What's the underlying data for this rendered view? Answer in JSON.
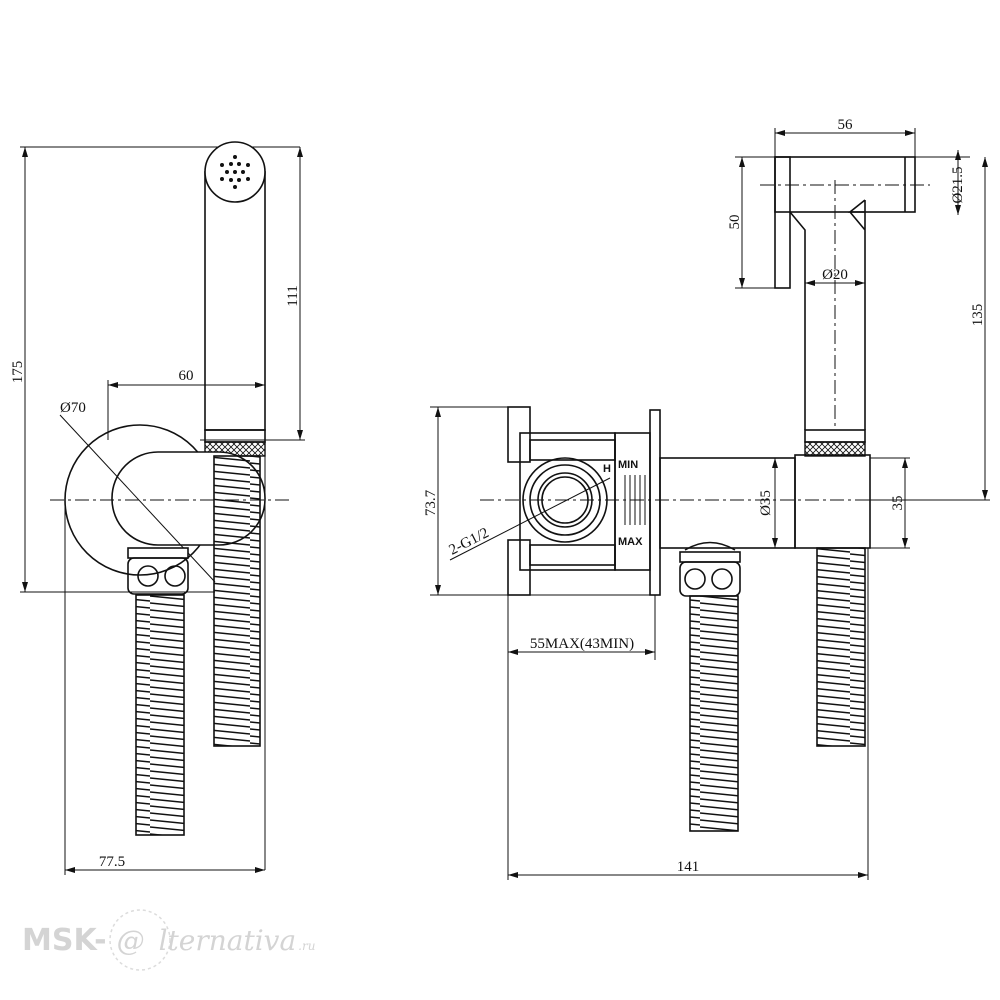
{
  "drawing": {
    "left_view": {
      "height_total": "175",
      "shower_length": "111",
      "holder_width": "60",
      "plate_diameter": "Ø70",
      "depth": "77.5"
    },
    "right_view": {
      "head_length": "56",
      "head_diameter": "Ø21.5",
      "head_height": "50",
      "handle_diameter": "Ø20",
      "offset_height": "135",
      "body_height": "73.7",
      "thread": "2-G1/2",
      "pipe_diameter": "Ø35",
      "block_size": "35",
      "install_depth": "55MAX(43MIN)",
      "overall_width": "141",
      "marks": {
        "h": "H",
        "min": "MIN",
        "max": "MAX"
      }
    },
    "watermark": {
      "left": "MSK-",
      "at": "@",
      "right": "lternativa",
      "domain": ".ru"
    }
  }
}
